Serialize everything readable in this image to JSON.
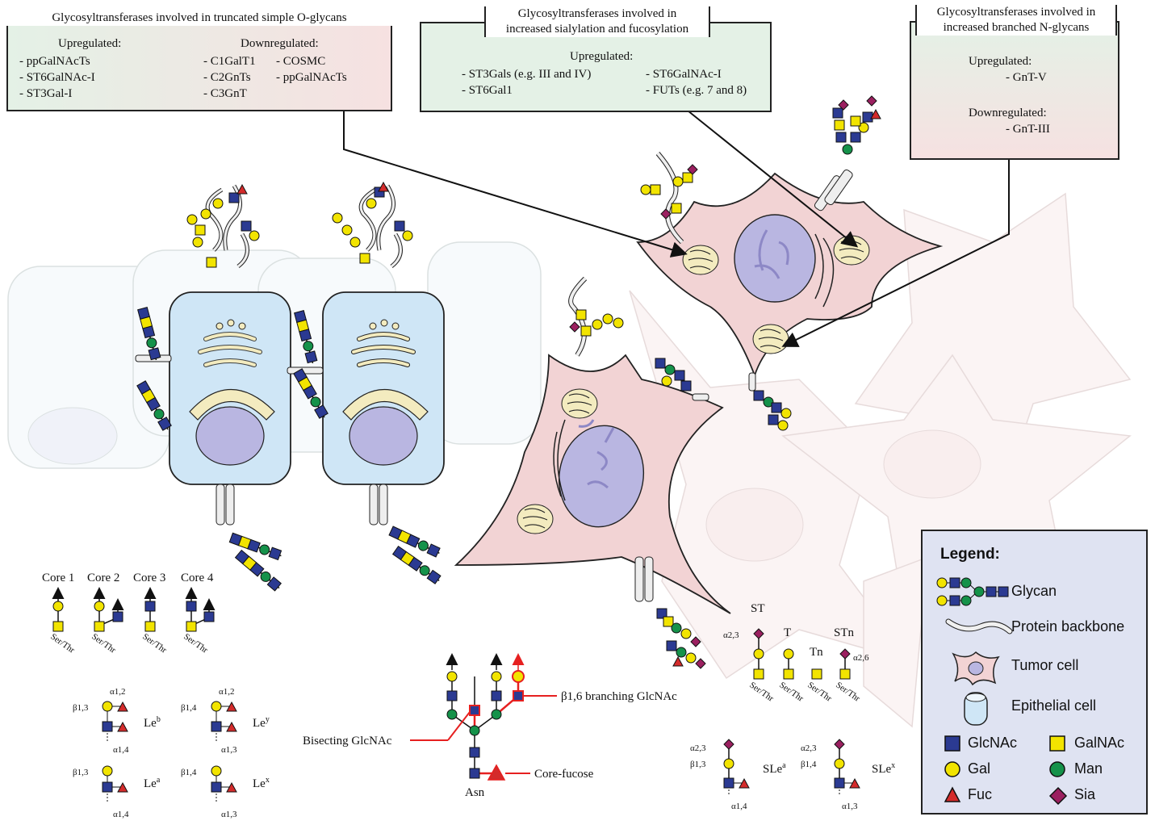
{
  "box1": {
    "title": "Glycosyltransferases involved in truncated simple O-glycans",
    "up_label": "Upregulated:",
    "up": [
      "- ppGalNAcTs",
      "- ST6GalNAc-I",
      "- ST3Gal-I"
    ],
    "down_label": "Downregulated:",
    "down_col1": [
      "- C1GalT1",
      "- C2GnTs",
      "- C3GnT"
    ],
    "down_col2": [
      "- COSMC",
      "- ppGalNAcTs"
    ]
  },
  "box2": {
    "title_line1": "Glycosyltransferases involved in",
    "title_line2": "increased sialylation and fucosylation",
    "up_label": "Upregulated:",
    "col1": [
      "- ST3Gals (e.g. III and IV)",
      "- ST6Gal1"
    ],
    "col2": [
      "- ST6GalNAc-I",
      "- FUTs (e.g. 7 and 8)"
    ]
  },
  "box3": {
    "title_line1": "Glycosyltransferases involved in",
    "title_line2": "increased branched N-glycans",
    "up_label": "Upregulated:",
    "up": [
      "- GnT-V"
    ],
    "down_label": "Downregulated:",
    "down": [
      "- GnT-III"
    ]
  },
  "cores": {
    "labels": [
      "Core 1",
      "Core 2",
      "Core 3",
      "Core 4"
    ],
    "site": "Ser/Thr"
  },
  "lewis": {
    "leb": {
      "name": "Le",
      "sup": "b",
      "top": "α1,2",
      "left": "β1,3",
      "bottom": "α1,4"
    },
    "ley": {
      "name": "Le",
      "sup": "y",
      "top": "α1,2",
      "left": "β1,4",
      "bottom": "α1,3"
    },
    "lea": {
      "name": "Le",
      "sup": "a",
      "left": "β1,3",
      "bottom": "α1,4"
    },
    "lex": {
      "name": "Le",
      "sup": "x",
      "left": "β1,4",
      "bottom": "α1,3"
    }
  },
  "nglycan": {
    "bisecting": "Bisecting GlcNAc",
    "branching": "β1,6 branching GlcNAc",
    "core_fucose": "Core-fucose",
    "asn": "Asn"
  },
  "oantigens": {
    "st": "ST",
    "t": "T",
    "tn": "Tn",
    "stn": "STn",
    "a23": "α2,3",
    "a26": "α2,6",
    "site": "Ser/Thr"
  },
  "sle": {
    "slea": {
      "name": "SLe",
      "sup": "a",
      "top": "α2,3",
      "left": "β1,3",
      "bottom": "α1,4"
    },
    "slex": {
      "name": "SLe",
      "sup": "x",
      "top": "α2,3",
      "left": "β1,4",
      "bottom": "α1,3"
    }
  },
  "legend": {
    "title": "Legend:",
    "glycan": "Glycan",
    "backbone": "Protein backbone",
    "tumor": "Tumor cell",
    "epithelial": "Epithelial cell",
    "glcnac": "GlcNAc",
    "galnac": "GalNAc",
    "gal": "Gal",
    "man": "Man",
    "fuc": "Fuc",
    "sia": "Sia"
  },
  "colors": {
    "glcnac": "#2b3a92",
    "galnac": "#f2e400",
    "gal": "#f2e400",
    "man": "#15924a",
    "fuc": "#d42b2b",
    "sia": "#9b2060",
    "box_green": "#e4f1e6",
    "box_pink": "#f6e1e1",
    "tumor": "#f2d3d4",
    "epithelial": "#cfe6f6",
    "nucleus": "#b9b6e1",
    "golgi": "#f3ebbf",
    "highlight": "#e62020",
    "legend_bg": "#dfe3f2"
  }
}
